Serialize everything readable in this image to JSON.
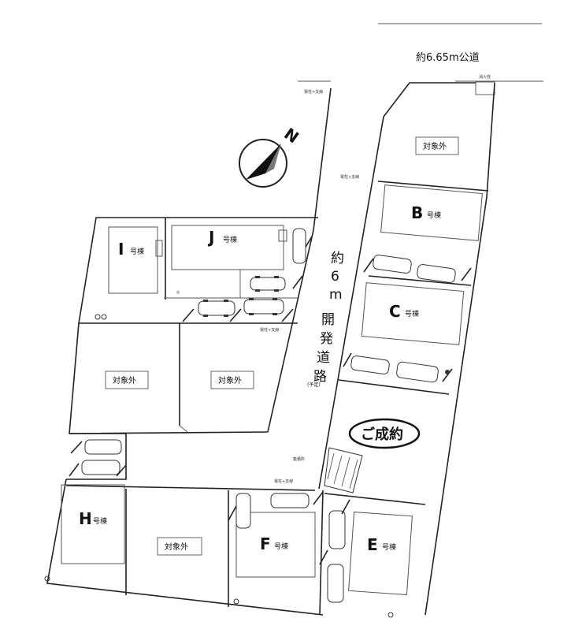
{
  "public_road": "約6.65m公道",
  "dev_road": {
    "chars": [
      "約",
      "6",
      "m",
      "開",
      "発",
      "道",
      "路"
    ],
    "note": "(予定)"
  },
  "north": "N",
  "sold_badge": "ご成約",
  "lots": [
    {
      "letter": "I",
      "suffix": "号棟"
    },
    {
      "letter": "J",
      "suffix": "号棟"
    },
    {
      "letter": "B",
      "suffix": "号棟"
    },
    {
      "letter": "C",
      "suffix": "号棟"
    },
    {
      "letter": "H",
      "suffix": "号棟"
    },
    {
      "letter": "F",
      "suffix": "号棟"
    },
    {
      "letter": "E",
      "suffix": "号棟"
    }
  ],
  "excluded_label": "対象外",
  "small_notes": {
    "pole_1": "電柱+支線",
    "pole_2": "電柱+支線",
    "pole_3": "電柱+支線",
    "pole_4": "電柱+支線",
    "fire_hydrant": "消火栓",
    "collection": "集積所"
  }
}
